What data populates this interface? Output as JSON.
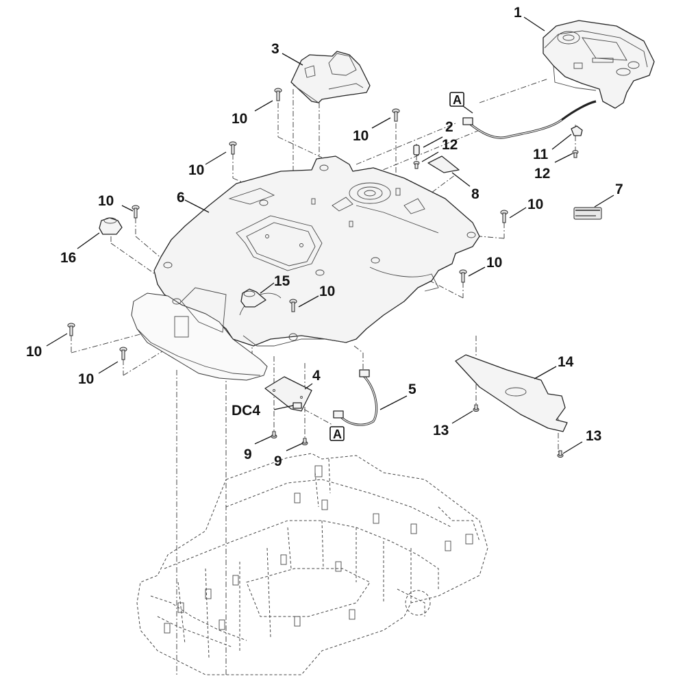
{
  "diagram": {
    "type": "exploded-parts-diagram",
    "subject": "robotic mower upper housing assembly",
    "callouts": [
      {
        "id": "c1",
        "label": "1",
        "part": "control-panel-display"
      },
      {
        "id": "c2",
        "label": "2",
        "part": "spacer-sleeve"
      },
      {
        "id": "c3",
        "label": "3",
        "part": "handle-cover"
      },
      {
        "id": "c4",
        "label": "4",
        "part": "circuit-board"
      },
      {
        "id": "c5",
        "label": "5",
        "part": "cable-harness"
      },
      {
        "id": "c6",
        "label": "6",
        "part": "upper-housing-cover"
      },
      {
        "id": "c7",
        "label": "7",
        "part": "rating-plate-label"
      },
      {
        "id": "c8",
        "label": "8",
        "part": "seal-pad"
      },
      {
        "id": "c9a",
        "label": "9",
        "part": "screw"
      },
      {
        "id": "c9b",
        "label": "9",
        "part": "screw"
      },
      {
        "id": "c10a",
        "label": "10",
        "part": "screw"
      },
      {
        "id": "c10b",
        "label": "10",
        "part": "screw"
      },
      {
        "id": "c10c",
        "label": "10",
        "part": "screw"
      },
      {
        "id": "c10d",
        "label": "10",
        "part": "screw"
      },
      {
        "id": "c10e",
        "label": "10",
        "part": "screw"
      },
      {
        "id": "c10f",
        "label": "10",
        "part": "screw"
      },
      {
        "id": "c10g",
        "label": "10",
        "part": "screw"
      },
      {
        "id": "c10h",
        "label": "10",
        "part": "screw"
      },
      {
        "id": "c10i",
        "label": "10",
        "part": "screw"
      },
      {
        "id": "c11",
        "label": "11",
        "part": "clip"
      },
      {
        "id": "c12a",
        "label": "12",
        "part": "screw"
      },
      {
        "id": "c12b",
        "label": "12",
        "part": "screw"
      },
      {
        "id": "c13a",
        "label": "13",
        "part": "screw"
      },
      {
        "id": "c13b",
        "label": "13",
        "part": "screw"
      },
      {
        "id": "c14",
        "label": "14",
        "part": "shield-plate"
      },
      {
        "id": "c15",
        "label": "15",
        "part": "sensor"
      },
      {
        "id": "c16",
        "label": "16",
        "part": "sensor"
      },
      {
        "id": "cDC4",
        "label": "DC4",
        "part": "connector"
      }
    ],
    "reference_markers": [
      {
        "id": "refA1",
        "label": "A"
      },
      {
        "id": "refA2",
        "label": "A"
      }
    ]
  }
}
